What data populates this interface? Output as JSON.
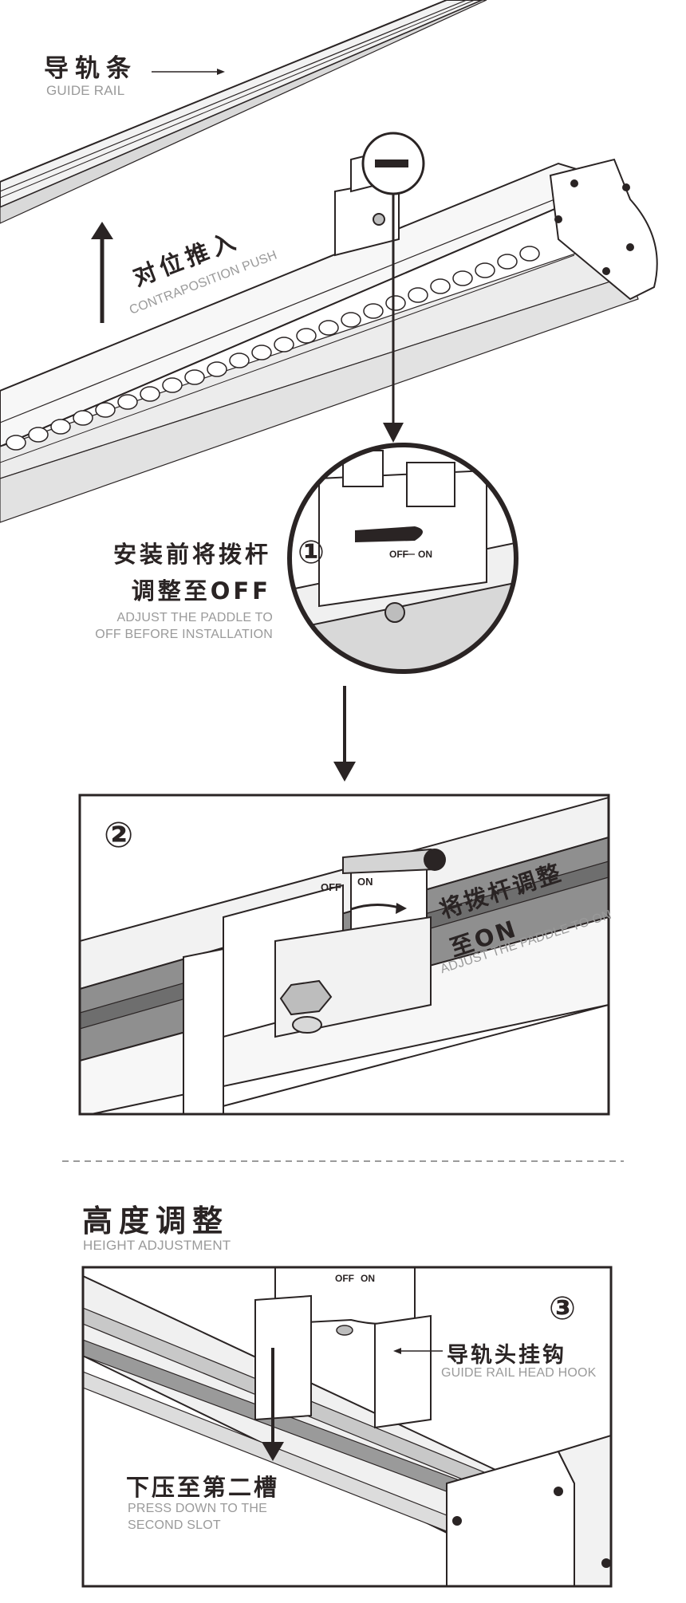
{
  "section1": {
    "guide_rail_cn": "导轨条",
    "guide_rail_en": "GUIDE RAIL",
    "push_cn": "对位推入",
    "push_en": "CONTRAPOSITION PUSH",
    "step1_number": "①",
    "step1_cn_line1": "安装前将拨杆",
    "step1_cn_line2": "调整至OFF",
    "step1_en_line1": "ADJUST THE PADDLE TO",
    "step1_en_line2": "OFF BEFORE INSTALLATION",
    "switch_off": "OFF",
    "switch_on": "ON"
  },
  "section2": {
    "step2_number": "②",
    "step2_cn_line1": "将拨杆调整",
    "step2_cn_line2": "至ON",
    "step2_en": "ADJUST THE PADDLE TO ON",
    "switch_off": "OFF",
    "switch_on": "ON"
  },
  "section3": {
    "title_cn": "高度调整",
    "title_en": "HEIGHT ADJUSTMENT",
    "step3_number": "③",
    "hook_cn": "导轨头挂钩",
    "hook_en": "GUIDE RAIL HEAD HOOK",
    "press_cn": "下压至第二槽",
    "press_en_line1": "PRESS DOWN TO THE",
    "press_en_line2": "SECOND SLOT",
    "switch_off": "OFF",
    "switch_on": "ON"
  }
}
